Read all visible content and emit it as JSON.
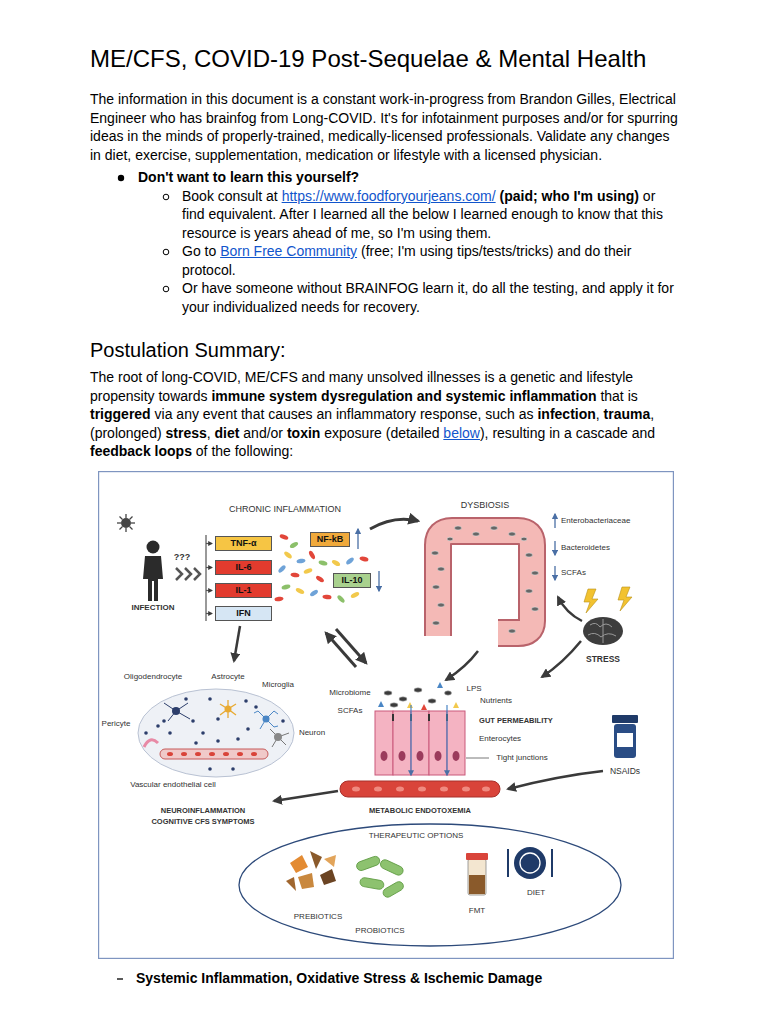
{
  "diagram": {
    "title": "ME/CFS, COVID-19 Post-Sequelae & Mental Health",
    "nodes": [
      {
        "text": [
          "TNF-α"
        ]
      },
      {
        "text": [
          "IL-6"
        ]
      },
      {
        "text": [
          "IL-1"
        ]
      },
      {
        "text": [
          "IFN"
        ]
      },
      {
        "text": [
          "NF-kB"
        ]
      },
      {
        "text": [
          "IL-10"
        ]
      },
      {
        "text": [
          "THERAPEUTIC OPTIONS",
          "PREBIOTICS",
          "PROBIOTICS",
          "FMT",
          "DIET"
        ]
      }
    ],
    "labels": [
      "The information in this document is a constant work-in-progress from Brandon Gilles, Electrical Engineer who has brainfog from Long-COVID. It's for infotainment purposes and/or for spurring ideas in the minds of properly-trained, medically-licensed professionals. Validate any changes in diet, exercise, supplementation, medication or lifestyle with a licensed physician.",
      "Don't want to learn this yourself?",
      "Book consult at",
      "https://www.foodforyourjeans.com/",
      "(paid; who I'm using)",
      "or find equivalent. After I learned all the below I learned enough to know that this resource is years ahead of me, so I'm using them.",
      "Go to",
      "Born Free Community",
      "(free; I'm using tips/tests/tricks) and do their protocol.",
      "Or have someone without BRAINFOG learn it, do all the testing, and apply it for your individualized needs for recovery.",
      "Postulation Summary:",
      "The root of long-COVID, ME/CFS and many unsolved illnesses is a genetic and lifestyle propensity towards",
      "immune system dysregulation and systemic inflammation",
      "that is",
      "triggered",
      "via any event that causes an inflammatory response, such as",
      "infection",
      ",",
      "trauma",
      ", (prolonged)",
      "stress",
      ",",
      "diet",
      "and/or",
      "toxin",
      "exposure (detailed",
      "below",
      "), resulting in a cascade and",
      "feedback loops",
      "of the following:",
      "CHRONIC INFLAMMATION",
      "DYSBIOSIS",
      "Enterobacteriaceae",
      "Bacteroidetes",
      "SCFAs",
      "???",
      "INFECTION",
      "STRESS",
      "Oligodendrocyte",
      "Astrocyte",
      "Microglia",
      "Microbiome",
      "LPS",
      "Pericyte",
      "Nutrients",
      "SCFAs",
      "GUT PERMEABILITY",
      "Neuron",
      "Enterocytes",
      "Tight junctions",
      "NSAIDs",
      "Vascular endothelial cell",
      "NEUROINFLAMMATION",
      "COGNITIVE CFS SYMPTOMS",
      "METABOLIC ENDOTOXEMIA",
      "Systemic Inflammation, Oxidative Stress & Ischemic Damage"
    ]
  }
}
